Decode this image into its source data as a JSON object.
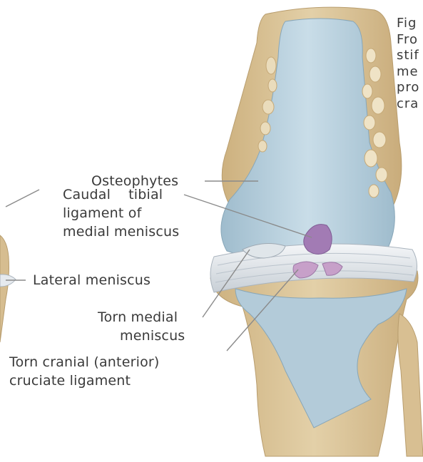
{
  "caption": {
    "lines": [
      "Fig",
      "Fro",
      "stif",
      "me",
      "pro",
      "cra"
    ]
  },
  "labels": {
    "osteophytes": "Osteophytes",
    "caudal_tibial": [
      "Caudal    tibial",
      "ligament of",
      "medial meniscus"
    ],
    "lateral_meniscus": "Lateral meniscus",
    "torn_medial": [
      "Torn medial",
      "meniscus"
    ],
    "torn_cranial": [
      "Torn cranial (anterior)",
      "cruciate ligament"
    ]
  },
  "colors": {
    "bone": "#dcc69c",
    "bone_shadow": "#c4a877",
    "cartilage": "#a8c3d3",
    "cartilage_light": "#c8dce6",
    "meniscus_band": "#e8ecef",
    "ligament_purple": "#a27bb4",
    "leader_line": "#8a8a8a",
    "text": "#3a3a3a"
  }
}
